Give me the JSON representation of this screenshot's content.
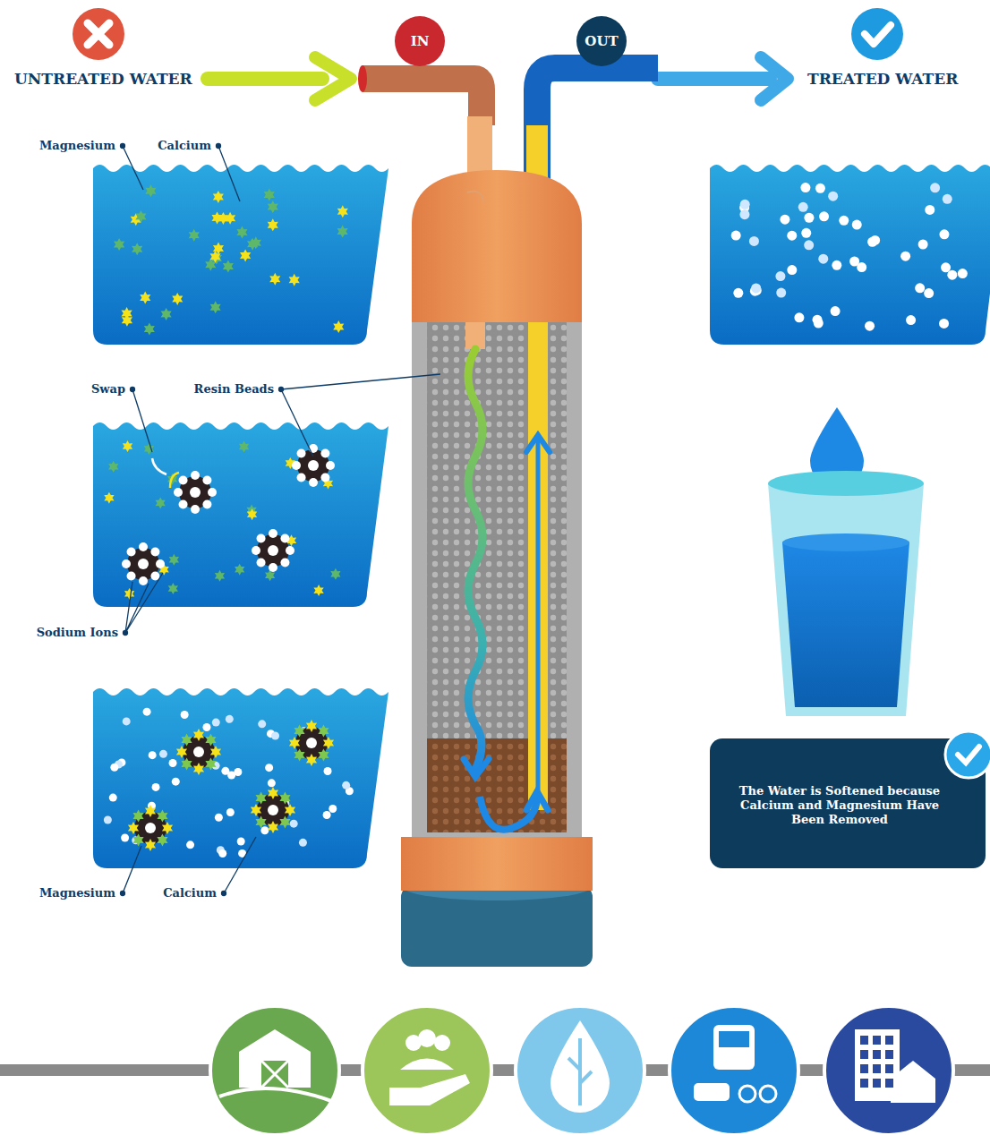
{
  "diagram": {
    "nodes": [
      {
        "text": [
          "IN"
        ]
      },
      {
        "text": [
          "OUT"
        ]
      },
      {
        "text": [
          "The Water is Softened because Calcium and Magnesium Have Been Removed"
        ]
      }
    ],
    "labels": [
      "UNTREATED WATER",
      "TREATED WATER",
      "Magnesium",
      "Calcium",
      "Swap",
      "Resin Beads",
      "Sodium Ions",
      "Magnesium",
      "Calcium"
    ]
  }
}
